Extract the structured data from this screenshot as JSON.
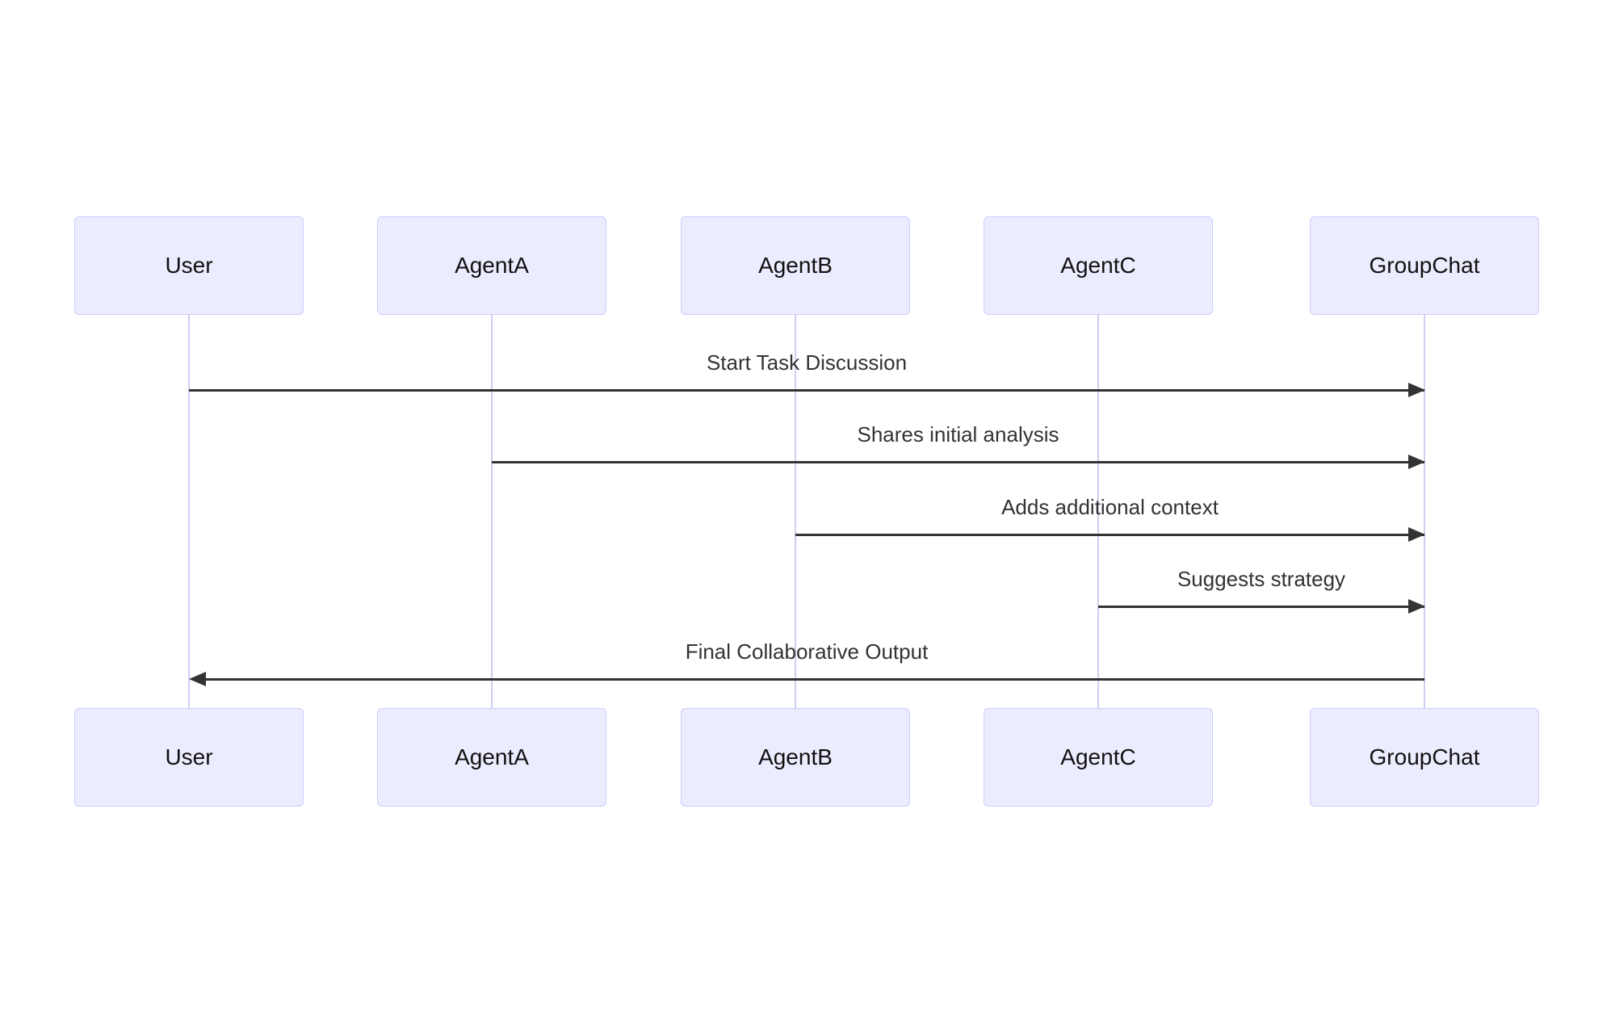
{
  "diagram": {
    "type": "sequence-diagram",
    "background": "#ffffff",
    "colors": {
      "actor_fill": "#ECECFF",
      "actor_border": "#CCCCFF",
      "lifeline": "#D2CCF2",
      "arrow": "#333333",
      "message_text": "#333333",
      "actor_text": "#111111"
    },
    "actors": [
      {
        "name": "User"
      },
      {
        "name": "AgentA"
      },
      {
        "name": "AgentB"
      },
      {
        "name": "AgentC"
      },
      {
        "name": "GroupChat"
      }
    ],
    "messages": [
      {
        "from": "User",
        "to": "GroupChat",
        "direction": "right",
        "label": "Start Task Discussion"
      },
      {
        "from": "AgentA",
        "to": "GroupChat",
        "direction": "right",
        "label": "Shares initial analysis"
      },
      {
        "from": "AgentB",
        "to": "GroupChat",
        "direction": "right",
        "label": "Adds additional context"
      },
      {
        "from": "AgentC",
        "to": "GroupChat",
        "direction": "right",
        "label": "Suggests strategy"
      },
      {
        "from": "GroupChat",
        "to": "User",
        "direction": "left",
        "label": "Final Collaborative Output"
      }
    ]
  }
}
